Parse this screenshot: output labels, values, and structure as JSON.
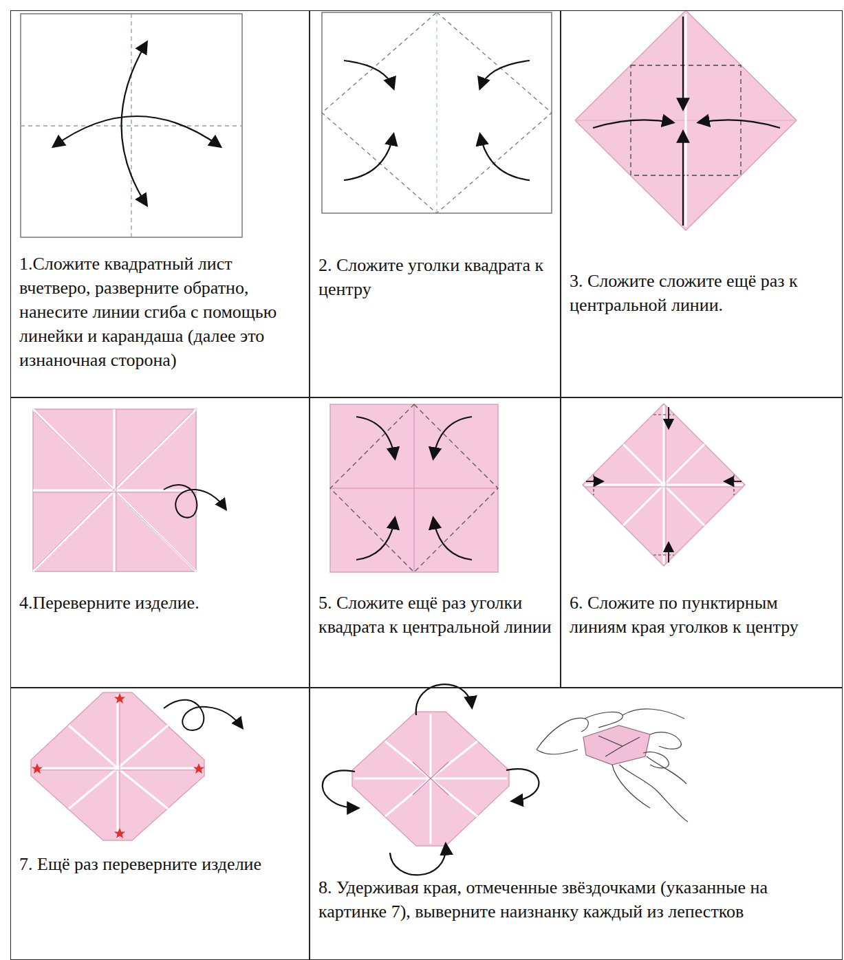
{
  "diagram": {
    "nodes": [
      {
        "text": [
          "1.Сложите квадратный лист вчетверо, разверните обратно, нанесите линии сгиба с помощью линейки и карандаша (далее это изнаночная сторона)"
        ]
      },
      {
        "text": [
          "2. Сложите уголки квадрата к центру"
        ]
      },
      {
        "text": [
          "3. Сложите сложите ещё раз к центральной линии."
        ]
      },
      {
        "text": [
          "4.Переверните изделие."
        ]
      },
      {
        "text": [
          "5. Сложите ещё раз уголки квадрата к центральной линии"
        ]
      },
      {
        "text": [
          "6. Сложите по пунктирным линиям края уголков к центру"
        ]
      },
      {
        "text": [
          "7. Ещё раз переверните изделие"
        ]
      },
      {
        "text": [
          "8. Удерживая края, отмеченные звёздочками (указанные на картинке 7), выверните наизнанку каждый из лепестков"
        ]
      }
    ]
  }
}
